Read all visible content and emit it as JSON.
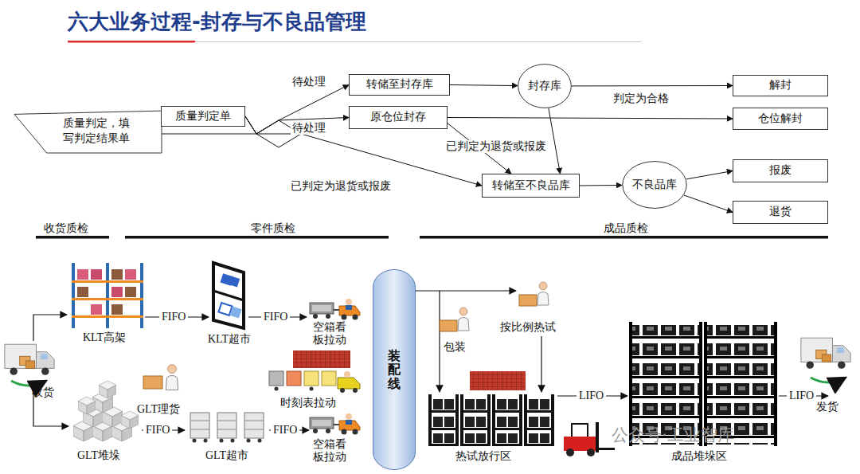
{
  "diagram": {
    "title": "六大业务过程-封存与不良品管理",
    "nodes": [
      {
        "text": [
          "质量判定，填写判定结果单"
        ]
      },
      {
        "text": [
          "质量判定单"
        ]
      },
      {
        "text": [
          "转储至封存库"
        ]
      },
      {
        "text": [
          "原仓位封存"
        ]
      },
      {
        "text": [
          "封存库"
        ]
      },
      {
        "text": [
          "解封"
        ]
      },
      {
        "text": [
          "仓位解封"
        ]
      },
      {
        "text": [
          "转储至不良品库"
        ]
      },
      {
        "text": [
          "不良品库"
        ]
      },
      {
        "text": [
          "报废"
        ]
      },
      {
        "text": [
          "退货"
        ]
      },
      {
        "text": [
          "装配线"
        ]
      }
    ],
    "edges": [
      {
        "from": 1,
        "to": 2,
        "label": "待处理",
        "arrow": "to"
      },
      {
        "from": 1,
        "to": 3,
        "label": "待处理",
        "arrow": "to"
      },
      {
        "from": 1,
        "to": 7,
        "label": "已判定为退货或报废",
        "arrow": "to"
      },
      {
        "from": 2,
        "to": 4,
        "arrow": "to"
      },
      {
        "from": 4,
        "to": 5,
        "label": "判定为合格",
        "arrow": "to"
      },
      {
        "from": 3,
        "to": 6,
        "arrow": "to"
      },
      {
        "from": 3,
        "to": 7,
        "label": "已判定为退货或报废",
        "arrow": "to"
      },
      {
        "from": 4,
        "to": 7,
        "arrow": "to"
      },
      {
        "from": 7,
        "to": 8,
        "arrow": "to"
      },
      {
        "from": 8,
        "to": 9,
        "arrow": "to"
      },
      {
        "from": 8,
        "to": 10,
        "arrow": "to"
      }
    ],
    "labels": [
      "收货质检",
      "零件质检",
      "成品质检",
      "KLT高架",
      "FIFO",
      "KLT超市",
      "FIFO",
      "空箱看板拉动",
      "时刻表拉动",
      "收货",
      "GLT理货",
      "FIFO",
      "FIFO",
      "GLT堆垛",
      "GLT超市",
      "空箱看板拉动",
      "包装",
      "按比例热试",
      "热试放行区",
      "LIFO",
      "成品堆垛区",
      "LIFO",
      "发货",
      "公众号·工业智库"
    ]
  }
}
